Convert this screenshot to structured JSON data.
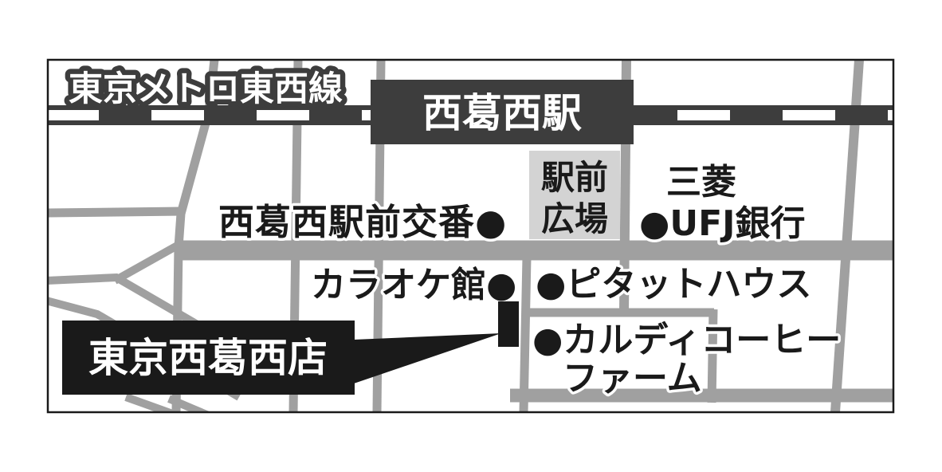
{
  "map": {
    "railway": {
      "line_label": "東京メトロ東西線",
      "station_label": "西葛西駅"
    },
    "places": {
      "plaza": {
        "line1": "駅前",
        "line2": "広場"
      },
      "bank": {
        "line1": "三菱",
        "line2": "●UFJ銀行"
      },
      "police": "西葛西駅前交番●",
      "karaoke": "カラオケ館●",
      "pitat": "●ピタットハウス",
      "kaldi": {
        "line1": "●カルディコーヒー",
        "line2": "ファーム"
      }
    },
    "store": {
      "label": "東京西葛西店"
    },
    "colors": {
      "background": "#ffffff",
      "road": "#a0a0a0",
      "railway": "#3d3d3d",
      "ink": "#1a1a1a",
      "plaza_box": "#d3d3d3",
      "frame": "#1a1a1a"
    }
  }
}
